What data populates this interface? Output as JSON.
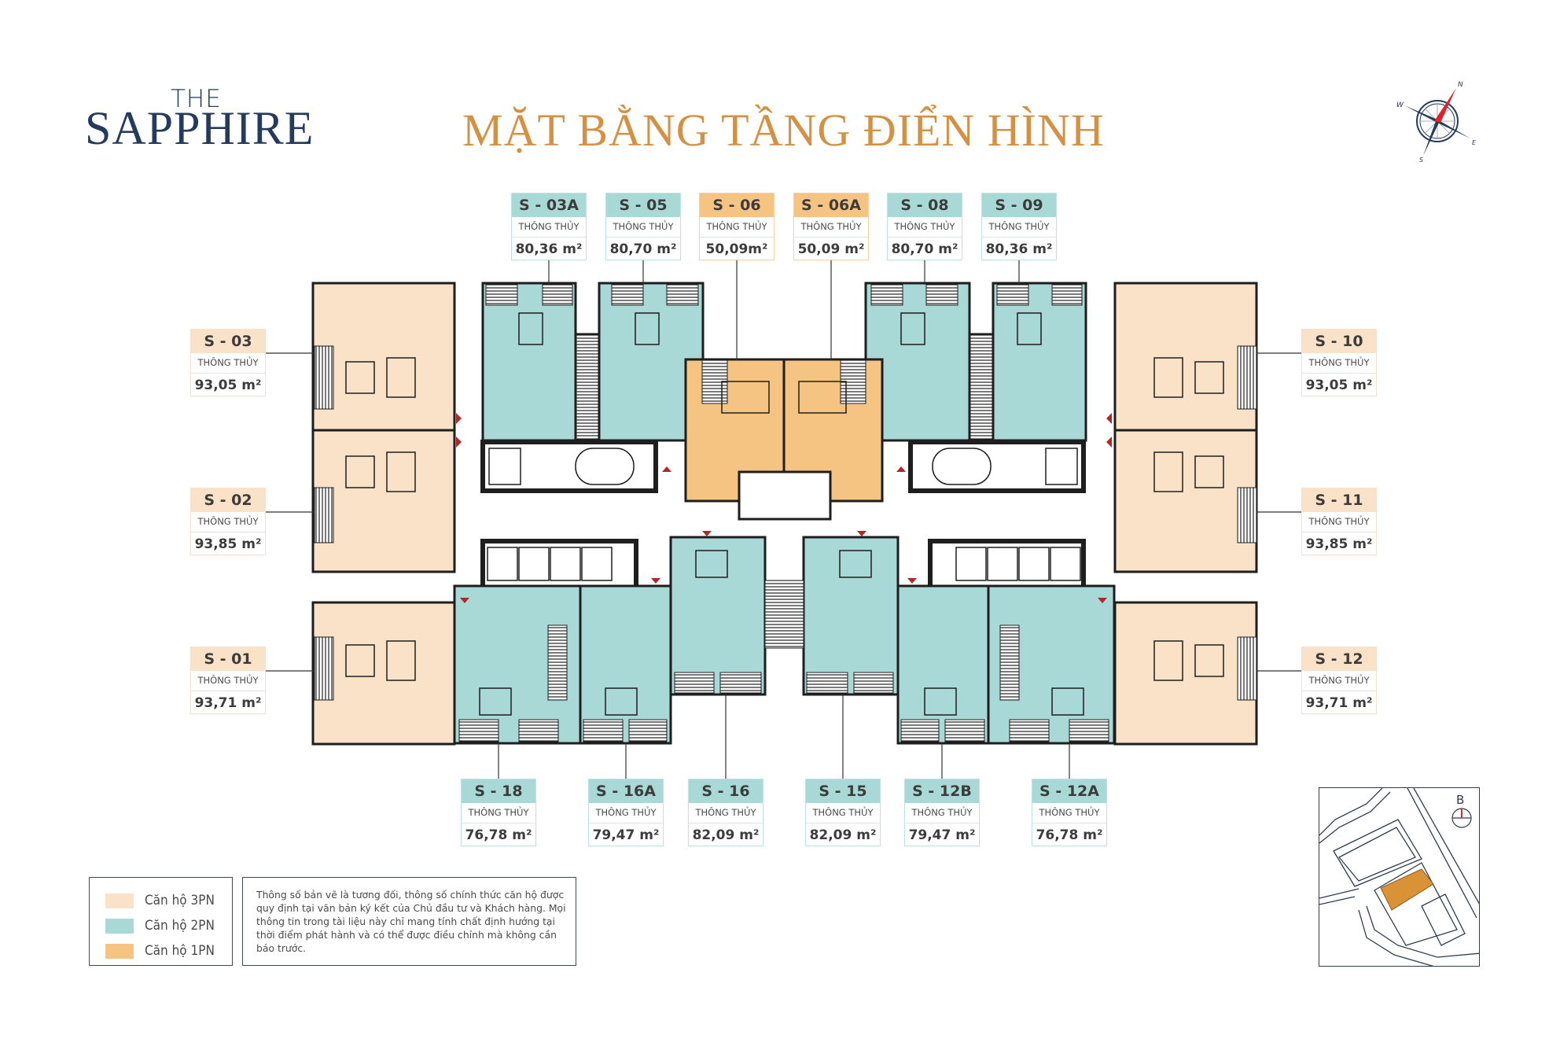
{
  "brand": {
    "the": "THE",
    "name": "SAPPHIRE",
    "color": "#243b5e"
  },
  "title": {
    "text": "MẶT BẰNG TẦNG ĐIỂN HÌNH",
    "color": "#d59143"
  },
  "compass": {
    "n": "N",
    "e": "E",
    "s": "S",
    "w": "W",
    "needle_color": "#d9262b"
  },
  "colors": {
    "3pn": "#fae2c8",
    "2pn": "#a8d9d6",
    "1pn": "#f5c483",
    "wall": "#1e1e1e"
  },
  "area_label": "THÔNG THỦY",
  "units": {
    "top": [
      {
        "code": "S - 03A",
        "area": "80,36 m²",
        "type": "2pn"
      },
      {
        "code": "S - 05",
        "area": "80,70 m²",
        "type": "2pn"
      },
      {
        "code": "S - 06",
        "area": "50,09m²",
        "type": "1pn"
      },
      {
        "code": "S - 06A",
        "area": "50,09 m²",
        "type": "1pn"
      },
      {
        "code": "S - 08",
        "area": "80,70 m²",
        "type": "2pn"
      },
      {
        "code": "S - 09",
        "area": "80,36 m²",
        "type": "2pn"
      }
    ],
    "left": [
      {
        "code": "S - 03",
        "area": "93,05 m²",
        "type": "3pn"
      },
      {
        "code": "S - 02",
        "area": "93,85 m²",
        "type": "3pn"
      },
      {
        "code": "S - 01",
        "area": "93,71 m²",
        "type": "3pn"
      }
    ],
    "right": [
      {
        "code": "S - 10",
        "area": "93,05 m²",
        "type": "3pn"
      },
      {
        "code": "S - 11",
        "area": "93,85 m²",
        "type": "3pn"
      },
      {
        "code": "S - 12",
        "area": "93,71 m²",
        "type": "3pn"
      }
    ],
    "bottom": [
      {
        "code": "S - 18",
        "area": "76,78 m²",
        "type": "2pn"
      },
      {
        "code": "S - 16A",
        "area": "79,47 m²",
        "type": "2pn"
      },
      {
        "code": "S - 16",
        "area": "82,09 m²",
        "type": "2pn"
      },
      {
        "code": "S - 15",
        "area": "82,09 m²",
        "type": "2pn"
      },
      {
        "code": "S - 12B",
        "area": "79,47 m²",
        "type": "2pn"
      },
      {
        "code": "S - 12A",
        "area": "76,78 m²",
        "type": "2pn"
      }
    ]
  },
  "legend": [
    {
      "label": "Căn hộ 3PN",
      "color": "#fae2c8"
    },
    {
      "label": "Căn hộ 2PN",
      "color": "#a8d9d6"
    },
    {
      "label": "Căn hộ 1PN",
      "color": "#f5c483"
    }
  ],
  "note": "Thông số bản vẽ là tương đối, thông số chính thức căn hộ được quy định tại văn bản ký kết của Chủ đầu tư và Khách hàng. Mọi thông tin trong tài liệu này chỉ mang tính chất định hướng tại thời điểm phát hành và có thể được điều chỉnh mà không cần báo trước.",
  "minimap": {
    "block_label": "B",
    "highlight_color": "#d99236"
  }
}
